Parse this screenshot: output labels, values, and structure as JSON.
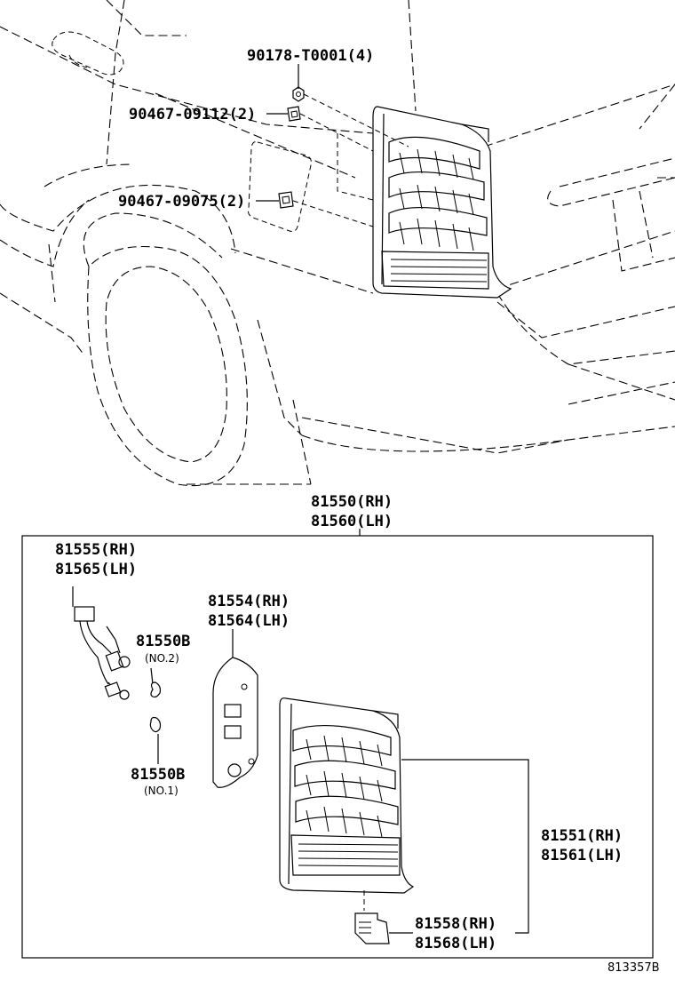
{
  "callouts": {
    "p90178": "90178-T0001(4)",
    "p90467a": "90467-09112(2)",
    "p90467b": "90467-09075(2)",
    "assy_rh": "81550(RH)",
    "assy_lh": "81560(LH)",
    "socket_rh": "81555(RH)",
    "socket_lh": "81565(LH)",
    "bulb_b2": "81550B",
    "bulb_b2_note": "(NO.2)",
    "bulb_b1": "81550B",
    "bulb_b1_note": "(NO.1)",
    "gasket_rh": "81554(RH)",
    "gasket_lh": "81564(LH)",
    "lens_rh": "81551(RH)",
    "lens_lh": "81561(LH)",
    "clip_rh": "81558(RH)",
    "clip_lh": "81568(LH)"
  },
  "ref_number": "813357B"
}
